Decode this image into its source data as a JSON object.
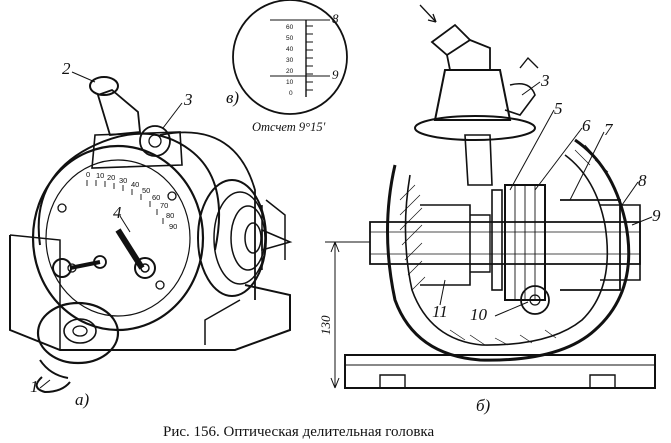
{
  "caption": "Рис. 156. Оптическая делительная головка",
  "view_a": {
    "sublabel": "а)",
    "callouts": [
      "1",
      "2",
      "3",
      "4"
    ],
    "dial_ticks": [
      "0",
      "10",
      "20",
      "30",
      "40",
      "50",
      "60",
      "70",
      "80",
      "90"
    ]
  },
  "view_b": {
    "sublabel": "б)",
    "callouts": [
      "3",
      "5",
      "6",
      "7",
      "8",
      "9",
      "10",
      "11"
    ],
    "dimension": "130"
  },
  "view_v": {
    "sublabel": "в)",
    "scale_numbers": [
      "60",
      "50",
      "40",
      "30",
      "20",
      "10",
      "0"
    ],
    "degree_marks": [
      "8",
      "9"
    ],
    "reading": "Отсчет 9°15′"
  }
}
